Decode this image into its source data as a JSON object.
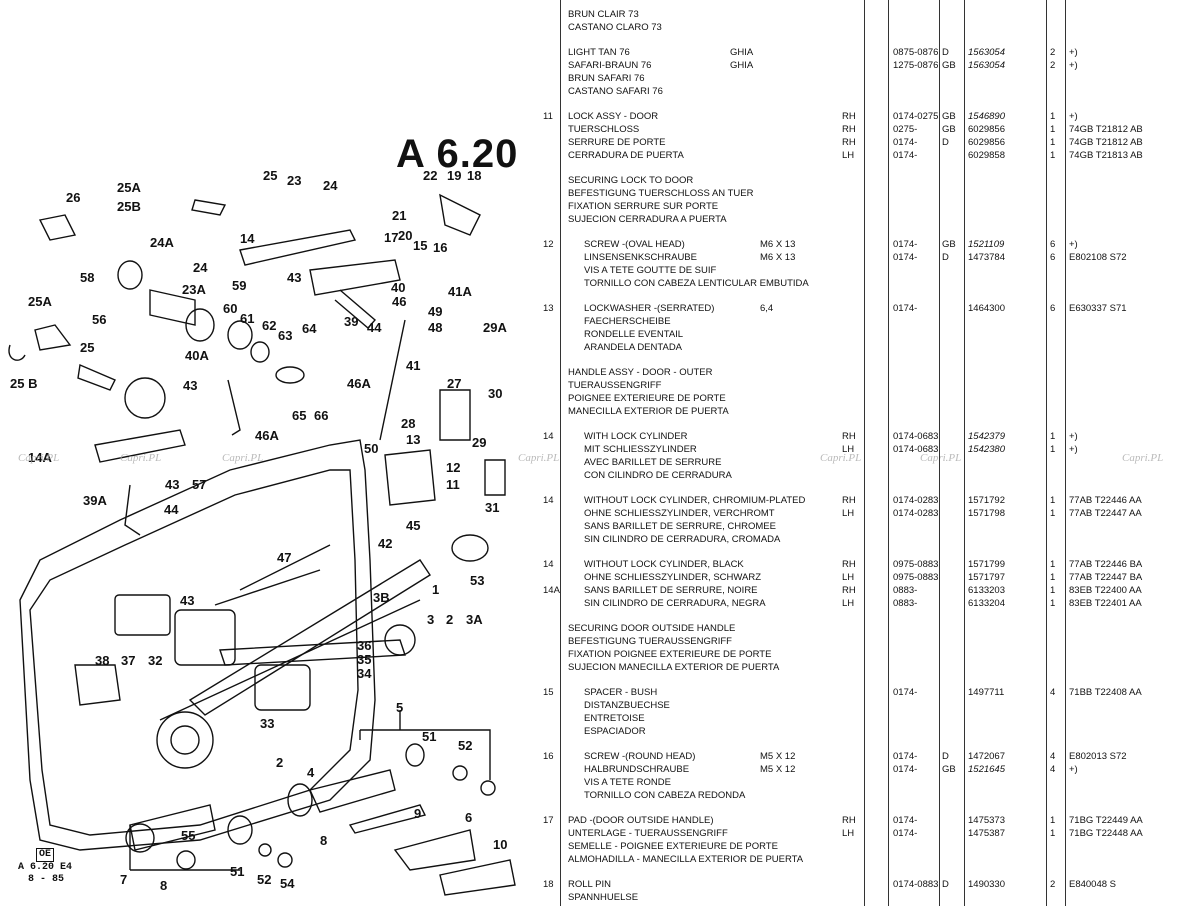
{
  "diagram": {
    "title": "A 6.20",
    "footer_oe": "OE",
    "footer_ref": "A 6.20 E4",
    "footer_date": "8 - 85",
    "callouts": [
      "26",
      "25A",
      "25B",
      "25",
      "23",
      "24",
      "22",
      "19",
      "18",
      "21",
      "20",
      "17",
      "15",
      "16",
      "14",
      "24A",
      "24",
      "58",
      "23A",
      "59",
      "60",
      "61",
      "62",
      "63",
      "64",
      "43",
      "40",
      "46",
      "39",
      "44",
      "49",
      "48",
      "41A",
      "25A",
      "56",
      "25",
      "25 B",
      "40A",
      "43",
      "46A",
      "65",
      "66",
      "46A",
      "41",
      "27",
      "29A",
      "30",
      "28",
      "13",
      "29",
      "12",
      "11",
      "50",
      "31",
      "45",
      "14A",
      "57",
      "43",
      "39A",
      "44",
      "42",
      "47",
      "53",
      "1",
      "3B",
      "3",
      "2",
      "3A",
      "43",
      "38",
      "37",
      "32",
      "36",
      "35",
      "34",
      "33",
      "5",
      "51",
      "52",
      "2",
      "4",
      "9",
      "7",
      "8",
      "55",
      "51",
      "52",
      "54",
      "6",
      "10",
      "8"
    ]
  },
  "watermarks": [
    "Capri.PL",
    "Capri.PL",
    "Capri.PL",
    "Capri.PL",
    "Capri.PL",
    "Capri.PL",
    "Capri.PL"
  ],
  "rows": [
    {
      "desc": "BRUN CLAIR 73"
    },
    {
      "desc": "CASTANO CLARO 73"
    },
    {},
    {
      "desc": "LIGHT TAN 76",
      "code": "GHIA",
      "date": "0875-0876",
      "ver": "D",
      "part": "1563054",
      "partItal": true,
      "qty": "2",
      "note": "+)"
    },
    {
      "desc": "SAFARI-BRAUN 76",
      "code": "GHIA",
      "date": "1275-0876",
      "ver": "GB",
      "part": "1563054",
      "partItal": true,
      "qty": "2",
      "note": "+)"
    },
    {
      "desc": "BRUN SAFARI 76"
    },
    {
      "desc": "CASTANO SAFARI 76"
    },
    {},
    {
      "item": "11",
      "desc": "LOCK ASSY - DOOR",
      "side": "RH",
      "date": "0174-0275",
      "ver": "GB",
      "part": "1546890",
      "partItal": true,
      "qty": "1",
      "note": "+)"
    },
    {
      "desc": "TUERSCHLOSS",
      "side": "RH",
      "date": "0275-",
      "ver": "GB",
      "part": "6029856",
      "qty": "1",
      "note": "74GB T21812 AB"
    },
    {
      "desc": "SERRURE DE PORTE",
      "side": "RH",
      "date": "0174-",
      "ver": "D",
      "part": "6029856",
      "qty": "1",
      "note": "74GB T21812 AB"
    },
    {
      "desc": "CERRADURA DE PUERTA",
      "side": "LH",
      "date": "0174-",
      "part": "6029858",
      "qty": "1",
      "note": "74GB T21813 AB"
    },
    {},
    {
      "desc": "SECURING LOCK TO DOOR"
    },
    {
      "desc": "BEFESTIGUNG TUERSCHLOSS AN TUER"
    },
    {
      "desc": "FIXATION SERRURE SUR PORTE"
    },
    {
      "desc": "SUJECION CERRADURA A PUERTA"
    },
    {},
    {
      "item": "12",
      "desc": "SCREW -(OVAL HEAD)",
      "indent": true,
      "size": "M6 X 13",
      "date": "0174-",
      "ver": "GB",
      "part": "1521109",
      "partItal": true,
      "qty": "6",
      "note": "+)"
    },
    {
      "desc": "LINSENSENKSCHRAUBE",
      "indent": true,
      "size": "M6 X 13",
      "date": "0174-",
      "ver": "D",
      "part": "1473784",
      "qty": "6",
      "note": "E802108 S72"
    },
    {
      "desc": "VIS A TETE GOUTTE DE SUIF",
      "indent": true
    },
    {
      "desc": "TORNILLO CON CABEZA LENTICULAR EMBUTIDA",
      "indent": true
    },
    {},
    {
      "item": "13",
      "desc": "LOCKWASHER -(SERRATED)",
      "indent": true,
      "size": "6,4",
      "date": "0174-",
      "part": "1464300",
      "qty": "6",
      "note": "E630337 S71"
    },
    {
      "desc": "FAECHERSCHEIBE",
      "indent": true
    },
    {
      "desc": "RONDELLE EVENTAIL",
      "indent": true
    },
    {
      "desc": "ARANDELA DENTADA",
      "indent": true
    },
    {},
    {
      "desc": "HANDLE ASSY - DOOR - OUTER"
    },
    {
      "desc": "TUERAUSSENGRIFF"
    },
    {
      "desc": "POIGNEE EXTERIEURE DE PORTE"
    },
    {
      "desc": "MANECILLA EXTERIOR DE PUERTA"
    },
    {},
    {
      "item": "14",
      "desc": "WITH LOCK CYLINDER",
      "indent": true,
      "side": "RH",
      "date": "0174-0683",
      "part": "1542379",
      "partItal": true,
      "qty": "1",
      "note": "+)"
    },
    {
      "desc": "MIT SCHLIESSZYLINDER",
      "indent": true,
      "side": "LH",
      "date": "0174-0683",
      "part": "1542380",
      "partItal": true,
      "qty": "1",
      "note": "+)"
    },
    {
      "desc": "AVEC BARILLET DE SERRURE",
      "indent": true
    },
    {
      "desc": "CON CILINDRO DE CERRADURA",
      "indent": true
    },
    {},
    {
      "item": "14",
      "desc": "WITHOUT LOCK CYLINDER, CHROMIUM-PLATED",
      "indent": true,
      "side": "RH",
      "date": "0174-0283",
      "part": "1571792",
      "qty": "1",
      "note": "77AB T22446 AA"
    },
    {
      "desc": "OHNE SCHLIESSZYLINDER, VERCHROMT",
      "indent": true,
      "side": "LH",
      "date": "0174-0283",
      "part": "1571798",
      "qty": "1",
      "note": "77AB T22447 AA"
    },
    {
      "desc": "SANS BARILLET DE SERRURE, CHROMEE",
      "indent": true
    },
    {
      "desc": "SIN CILINDRO DE CERRADURA, CROMADA",
      "indent": true
    },
    {},
    {
      "item": "14",
      "desc": "WITHOUT LOCK CYLINDER, BLACK",
      "indent": true,
      "side": "RH",
      "date": "0975-0883",
      "part": "1571799",
      "qty": "1",
      "note": "77AB T22446 BA"
    },
    {
      "desc": "OHNE SCHLIESSZYLINDER, SCHWARZ",
      "indent": true,
      "side": "LH",
      "date": "0975-0883",
      "part": "1571797",
      "qty": "1",
      "note": "77AB T22447 BA"
    },
    {
      "item": "14A",
      "desc": "SANS BARILLET DE SERRURE, NOIRE",
      "indent": true,
      "side": "RH",
      "date": "0883-",
      "part": "6133203",
      "qty": "1",
      "note": "83EB T22400 AA"
    },
    {
      "desc": "SIN CILINDRO DE CERRADURA, NEGRA",
      "indent": true,
      "side": "LH",
      "date": "0883-",
      "part": "6133204",
      "qty": "1",
      "note": "83EB T22401 AA"
    },
    {},
    {
      "desc": "SECURING DOOR OUTSIDE HANDLE"
    },
    {
      "desc": "BEFESTIGUNG TUERAUSSENGRIFF"
    },
    {
      "desc": "FIXATION POIGNEE EXTERIEURE DE PORTE"
    },
    {
      "desc": "SUJECION MANECILLA EXTERIOR DE PUERTA"
    },
    {},
    {
      "item": "15",
      "desc": "SPACER - BUSH",
      "indent": true,
      "date": "0174-",
      "part": "1497711",
      "qty": "4",
      "note": "71BB T22408 AA"
    },
    {
      "desc": "DISTANZBUECHSE",
      "indent": true
    },
    {
      "desc": "ENTRETOISE",
      "indent": true
    },
    {
      "desc": "ESPACIADOR",
      "indent": true
    },
    {},
    {
      "item": "16",
      "desc": "SCREW -(ROUND HEAD)",
      "indent": true,
      "size": "M5 X 12",
      "date": "0174-",
      "ver": "D",
      "part": "1472067",
      "qty": "4",
      "note": "E802013 S72"
    },
    {
      "desc": "HALBRUNDSCHRAUBE",
      "indent": true,
      "size": "M5 X 12",
      "date": "0174-",
      "ver": "GB",
      "part": "1521645",
      "partItal": true,
      "qty": "4",
      "note": "+)"
    },
    {
      "desc": "VIS A TETE RONDE",
      "indent": true
    },
    {
      "desc": "TORNILLO CON CABEZA REDONDA",
      "indent": true
    },
    {},
    {
      "item": "17",
      "desc": "PAD -(DOOR OUTSIDE HANDLE)",
      "side": "RH",
      "date": "0174-",
      "part": "1475373",
      "qty": "1",
      "note": "71BG T22449 AA"
    },
    {
      "desc": "UNTERLAGE - TUERAUSSENGRIFF",
      "side": "LH",
      "date": "0174-",
      "part": "1475387",
      "qty": "1",
      "note": "71BG T22448 AA"
    },
    {
      "desc": "SEMELLE - POIGNEE EXTERIEURE DE PORTE"
    },
    {
      "desc": "ALMOHADILLA - MANECILLA EXTERIOR DE PUERTA"
    },
    {},
    {
      "item": "18",
      "desc": "ROLL PIN",
      "date": "0174-0883",
      "ver": "D",
      "part": "1490330",
      "qty": "2",
      "note": "E840048 S"
    },
    {
      "desc": "SPANNHUELSE"
    }
  ]
}
